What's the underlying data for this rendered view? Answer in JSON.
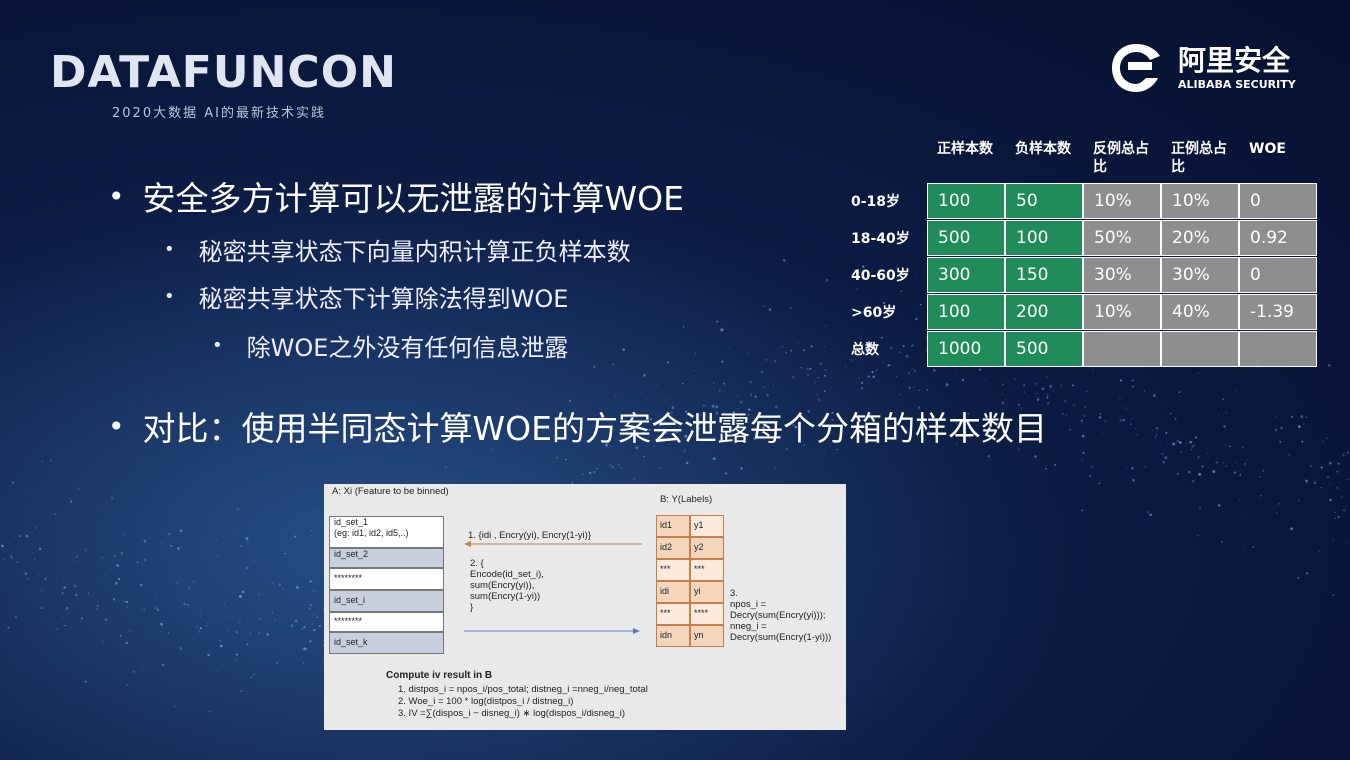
{
  "header": {
    "logo_title": "DATAFUNCON",
    "logo_subtitle": "2020大数据 AI的最新技术实践",
    "brand_cn": "阿里安全",
    "brand_en": "ALIBABA SECURITY"
  },
  "bullets": {
    "main1": "安全多方计算可以无泄露的计算WOE",
    "sub1": "秘密共享状态下向量内积计算正负样本数",
    "sub2": "秘密共享状态下计算除法得到WOE",
    "subsub1": "除WOE之外没有任何信息泄露",
    "main2": "对比：使用半同态计算WOE的方案会泄露每个分箱的样本数目"
  },
  "woe_table": {
    "headers": [
      "正样本数",
      "负样本数",
      "反例总占比",
      "正例总占比",
      "WOE"
    ],
    "rows": [
      {
        "label": "0-18岁",
        "cells": [
          "100",
          "50",
          "10%",
          "10%",
          "0"
        ]
      },
      {
        "label": "18-40岁",
        "cells": [
          "500",
          "100",
          "50%",
          "20%",
          "0.92"
        ]
      },
      {
        "label": "40-60岁",
        "cells": [
          "300",
          "150",
          "30%",
          "30%",
          "0"
        ]
      },
      {
        "label": ">60岁",
        "cells": [
          "100",
          "200",
          "10%",
          "40%",
          "-1.39"
        ]
      },
      {
        "label": "总数",
        "cells": [
          "1000",
          "500",
          "",
          "",
          ""
        ]
      }
    ],
    "colors": {
      "green": "#1f8c5a",
      "gray": "#8e8e8e"
    }
  },
  "diagram": {
    "party_a": "A:  Xi (Feature to be binned)",
    "party_b": "B: Y(Labels)",
    "a_boxes": [
      "id_set_1\n(eg: id1, id2, id5,..)",
      "id_set_2",
      "********",
      "id_set_i",
      "********",
      "id_set_k"
    ],
    "b_ids": [
      "id1",
      "id2",
      "***",
      "idi",
      "***",
      "idn"
    ],
    "b_ys": [
      "y1",
      "y2",
      "***",
      "yi",
      "****",
      "yn"
    ],
    "msg1": "1. {idi , Encry(yi), Encry(1-yi)}",
    "msg2_lines": [
      "2. {",
      "Encode(id_set_i),",
      "sum(Encry(yi)),",
      "sum(Encry(1-yi))",
      "}"
    ],
    "step3_lines": [
      "3.",
      "npos_i =",
      "Decry(sum(Encry(yi)));",
      " nneg_i =",
      "Decry(sum(Encry(1-yi)))"
    ],
    "compute_title": "Compute iv result in B",
    "compute_lines": [
      "1. distpos_i = npos_i/pos_total;  distneg_i =nneg_i/neg_total",
      "2. Woe_i = 100 * log(distpos_i / distneg_i)",
      "3. IV =∑(dispos_i − disneg_i) ∗ log(dispos_i/disneg_i)"
    ]
  }
}
